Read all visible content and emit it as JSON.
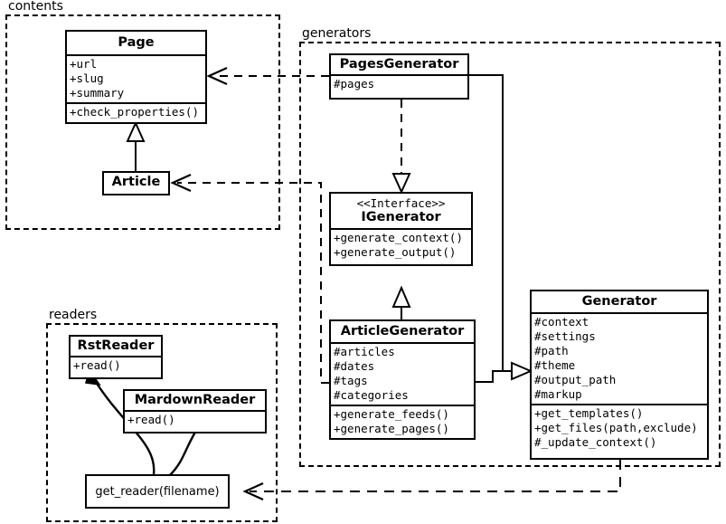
{
  "diagram": {
    "type": "uml-class-diagram",
    "packages": [
      {
        "id": "contents",
        "label": "contents"
      },
      {
        "id": "generators",
        "label": "generators"
      },
      {
        "id": "readers",
        "label": "readers"
      }
    ],
    "classes": [
      {
        "id": "page",
        "name": "Page",
        "stereotype": "",
        "attributes": [
          "+url",
          "+slug",
          "+summary"
        ],
        "methods": [
          "+check_properties()"
        ]
      },
      {
        "id": "article",
        "name": "Article",
        "stereotype": "",
        "attributes": [],
        "methods": []
      },
      {
        "id": "pages-generator",
        "name": "PagesGenerator",
        "stereotype": "",
        "attributes": [
          "#pages"
        ],
        "methods": []
      },
      {
        "id": "igenerator",
        "name": "IGenerator",
        "stereotype": "<<Interface>>",
        "attributes": [],
        "methods": [
          "+generate_context()",
          "+generate_output()"
        ]
      },
      {
        "id": "article-generator",
        "name": "ArticleGenerator",
        "stereotype": "",
        "attributes": [
          "#articles",
          "#dates",
          "#tags",
          "#categories"
        ],
        "methods": [
          "+generate_feeds()",
          "+generate_pages()"
        ]
      },
      {
        "id": "generator",
        "name": "Generator",
        "stereotype": "",
        "attributes": [
          "#context",
          "#settings",
          "#path",
          "#theme",
          "#output_path",
          "#markup"
        ],
        "methods": [
          "+get_templates()",
          "+get_files(path,exclude)",
          "#_update_context()"
        ]
      },
      {
        "id": "rst-reader",
        "name": "RstReader",
        "stereotype": "",
        "attributes": [],
        "methods": [
          "+read()"
        ]
      },
      {
        "id": "mardown-reader",
        "name": "MardownReader",
        "stereotype": "",
        "attributes": [],
        "methods": [
          "+read()"
        ]
      }
    ],
    "functions": [
      {
        "id": "get-reader",
        "label": "get_reader(filename)"
      }
    ],
    "relations": [
      {
        "from": "article",
        "to": "page",
        "kind": "generalization"
      },
      {
        "from": "pages-generator",
        "to": "igenerator",
        "kind": "realization"
      },
      {
        "from": "article-generator",
        "to": "igenerator",
        "kind": "generalization"
      },
      {
        "from": "pages-generator",
        "to": "generator",
        "kind": "generalization"
      },
      {
        "from": "article-generator",
        "to": "generator",
        "kind": "generalization"
      },
      {
        "from": "pages-generator",
        "to": "page",
        "kind": "dependency"
      },
      {
        "from": "article-generator",
        "to": "article",
        "kind": "dependency"
      },
      {
        "from": "generator",
        "to": "get-reader",
        "kind": "dependency"
      },
      {
        "from": "get-reader",
        "to": "rst-reader",
        "kind": "call"
      },
      {
        "from": "get-reader",
        "to": "mardown-reader",
        "kind": "call"
      }
    ],
    "colors": {
      "stroke": "#000000",
      "fill": "#ffffff"
    }
  }
}
